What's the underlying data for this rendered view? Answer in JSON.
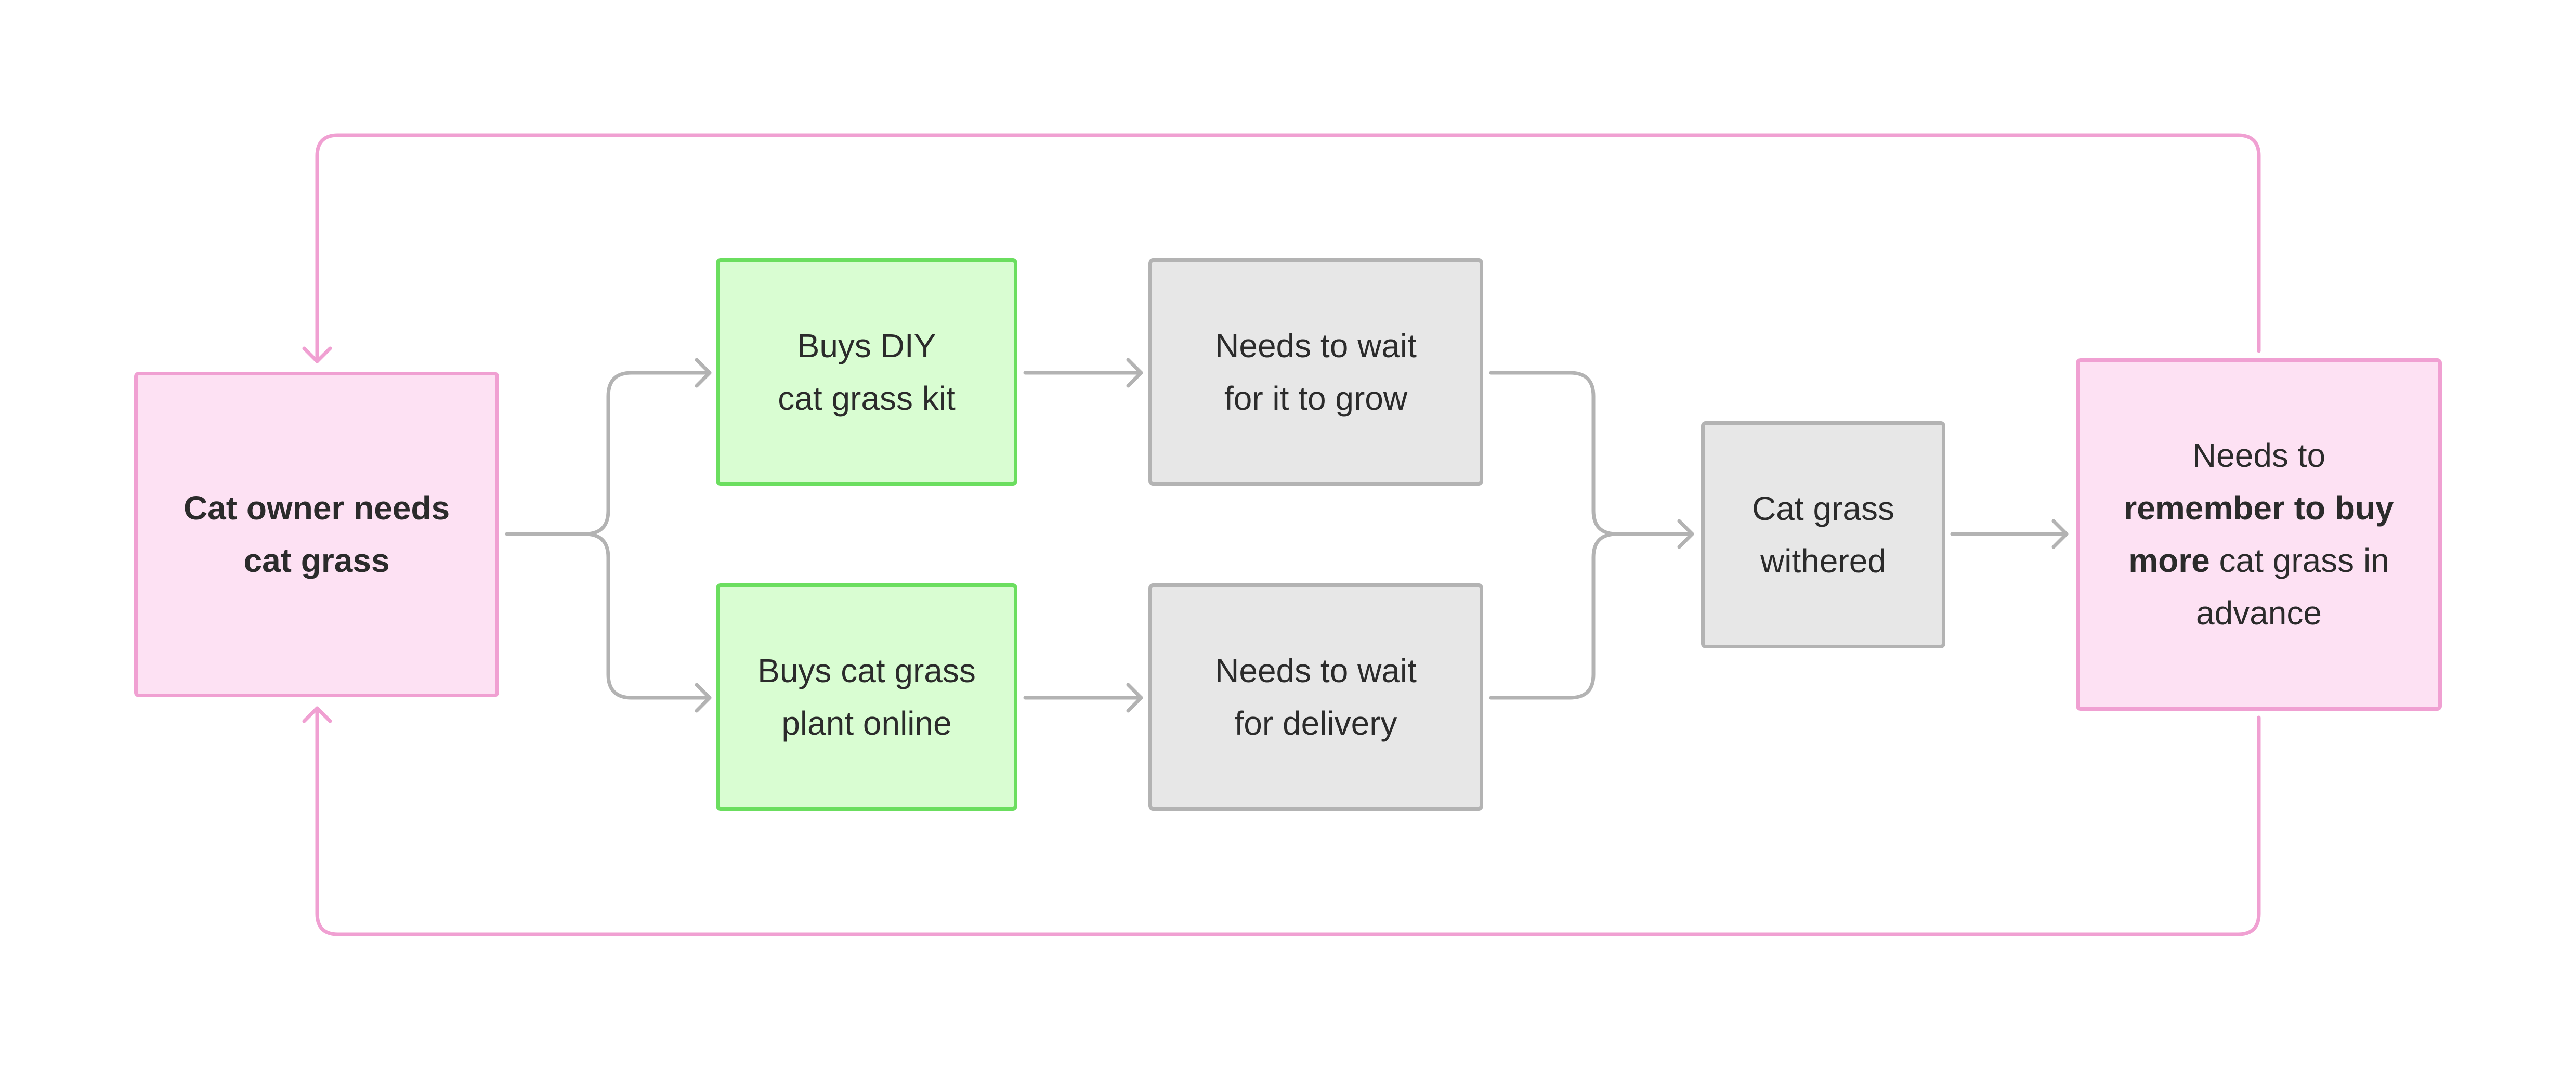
{
  "diagram": {
    "colors": {
      "pink_fill": "#fde1f3",
      "pink_border": "#f0a0d2",
      "green_fill": "#d9fdd2",
      "green_border": "#6bde5f",
      "gray_fill": "#e7e7e7",
      "gray_border": "#b3b3b3",
      "text": "#2b2b2b"
    },
    "nodes": {
      "cat_owner": {
        "line1": "Cat owner needs",
        "line2": "cat grass"
      },
      "diy_kit": {
        "line1": "Buys DIY",
        "line2": "cat grass kit"
      },
      "online": {
        "line1": "Buys cat grass",
        "line2": "plant online"
      },
      "wait_grow": {
        "line1": "Needs to wait",
        "line2": "for it to grow"
      },
      "wait_delivery": {
        "line1": "Needs to wait",
        "line2": "for delivery"
      },
      "withered": {
        "line1": "Cat grass",
        "line2": "withered"
      },
      "remember": {
        "line1": "Needs to",
        "line2": "remember to buy",
        "line3_bold": "more",
        "line3_rest": " cat grass in",
        "line4": "advance"
      }
    },
    "edges": [
      {
        "from": "cat_owner",
        "to": "diy_kit",
        "color": "gray"
      },
      {
        "from": "cat_owner",
        "to": "online",
        "color": "gray"
      },
      {
        "from": "diy_kit",
        "to": "wait_grow",
        "color": "gray"
      },
      {
        "from": "online",
        "to": "wait_delivery",
        "color": "gray"
      },
      {
        "from": "wait_grow",
        "to": "withered",
        "color": "gray"
      },
      {
        "from": "wait_delivery",
        "to": "withered",
        "color": "gray"
      },
      {
        "from": "withered",
        "to": "remember",
        "color": "gray"
      },
      {
        "from": "remember",
        "to": "cat_owner",
        "color": "pink",
        "route": "top"
      },
      {
        "from": "remember",
        "to": "cat_owner",
        "color": "pink",
        "route": "bottom"
      }
    ]
  }
}
